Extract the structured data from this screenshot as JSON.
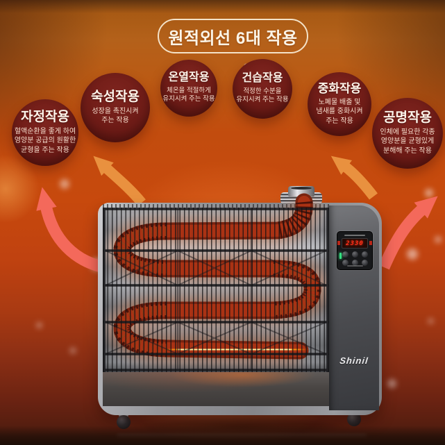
{
  "title": {
    "text": "원적외선 6대 작용"
  },
  "effects": [
    {
      "name": "자정작용",
      "description": "혈액순환을 좋게 하여\n영양분 공급의 원활한\n균형을 주는 작용"
    },
    {
      "name": "숙성작용",
      "description": "성장을 촉진시켜\n주는 작용"
    },
    {
      "name": "온열작용",
      "description": "체온을 적절하게\n유지시켜 주는 작용"
    },
    {
      "name": "건습작용",
      "description": "적정한 수분을\n유지시켜 주는 작용"
    },
    {
      "name": "중화작용",
      "description": "노폐물 배출 및\n냄새를 중화시켜\n주는 작용"
    },
    {
      "name": "공명작용",
      "description": "인체에 필요한 각종\n영양분을 균형있게\n분해해 주는 작용"
    }
  ],
  "heater": {
    "brand": "Shinil",
    "display_value": "2330"
  },
  "colors": {
    "background_orange": "#c2490e",
    "badge_maroon": "#6d1b16",
    "arrow_pink": "#f4695b",
    "arrow_orange": "#e9913f",
    "tube_glow": "#ffb300",
    "led_red": "#ff2e1a"
  }
}
